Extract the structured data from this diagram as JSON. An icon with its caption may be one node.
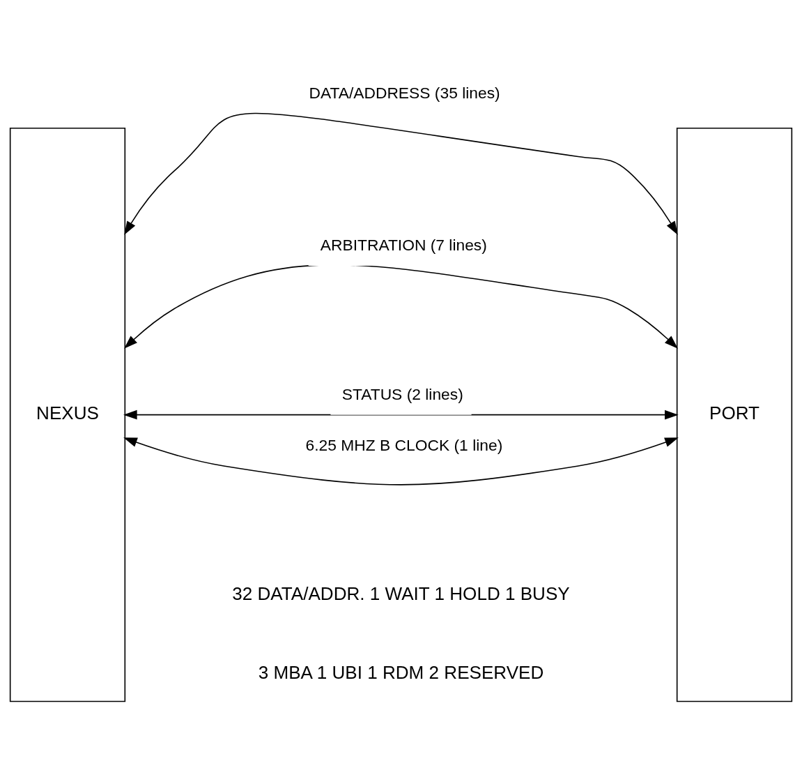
{
  "diagram": {
    "nodes": [
      {
        "text": [
          "NEXUS"
        ]
      },
      {
        "text": [
          "PORT"
        ]
      }
    ],
    "edges": [
      {
        "from": 0,
        "to": 1,
        "arrow": "both",
        "label": "DATA/ADDRESS (35 lines)"
      },
      {
        "from": 0,
        "to": 1,
        "arrow": "both",
        "label": "ARBITRATION (7 lines)"
      },
      {
        "from": 0,
        "to": 1,
        "arrow": "both",
        "label": "STATUS (2 lines)"
      },
      {
        "from": 0,
        "to": 1,
        "arrow": "both",
        "label": "6.25 MHZ B CLOCK (1 line)"
      }
    ],
    "labels": [
      "32 DATA/ADDR. 1 WAIT 1 HOLD 1 BUSY",
      "3 MBA 1 UBI 1 RDM 2 RESERVED"
    ]
  }
}
